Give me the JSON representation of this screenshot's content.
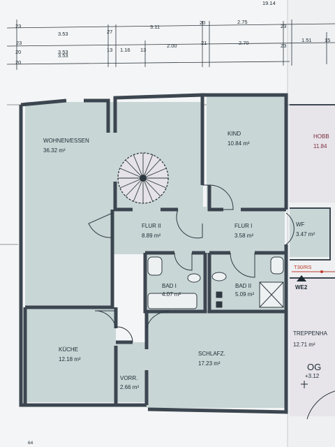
{
  "dimensions": {
    "total": "19.14",
    "row1": [
      "3.53",
      "27",
      "3.11",
      "20",
      "2.75",
      "23"
    ],
    "row2": [
      "23",
      "3.53",
      "13",
      "1.16",
      "13",
      "2.00",
      "21",
      "2.70",
      "23",
      "1.51",
      "15"
    ],
    "row_left": [
      "20",
      "23",
      "20"
    ]
  },
  "rooms": {
    "wohnen": {
      "name": "WOHNEN/ESSEN",
      "area": "36.32 m²"
    },
    "kind": {
      "name": "KIND",
      "area": "10.84 m²"
    },
    "hobby": {
      "name": "HOBB",
      "area": "11.84"
    },
    "flur2": {
      "name": "FLUR II",
      "area": "8.89 m²"
    },
    "flur1": {
      "name": "FLUR I",
      "area": "3.58 m²"
    },
    "wf": {
      "name": "WF",
      "area": "3.47 m²"
    },
    "bad1": {
      "name": "BAD I",
      "area": "4.07 m²"
    },
    "bad2": {
      "name": "BAD II",
      "area": "5.09 m²"
    },
    "kueche": {
      "name": "KÜCHE",
      "area": "12.18 m²"
    },
    "vorr": {
      "name": "VORR.",
      "area": "2.66 m²"
    },
    "schlafz": {
      "name": "SCHLAFZ.",
      "area": "17.23 m²"
    },
    "treppenhaus": {
      "name": "TREPPENHA",
      "area": "12.71 m²"
    }
  },
  "markers": {
    "t30": "T30/RS",
    "we2": "WE2",
    "og": "OG",
    "og_level": "+3.12",
    "page": "64"
  },
  "colors": {
    "room_fill": "#c9d6d6",
    "stair_fill": "#e5e3e7",
    "wall": "#3c4650",
    "accent_red": "#c0392b",
    "hobby_text": "#7a2d3d"
  }
}
